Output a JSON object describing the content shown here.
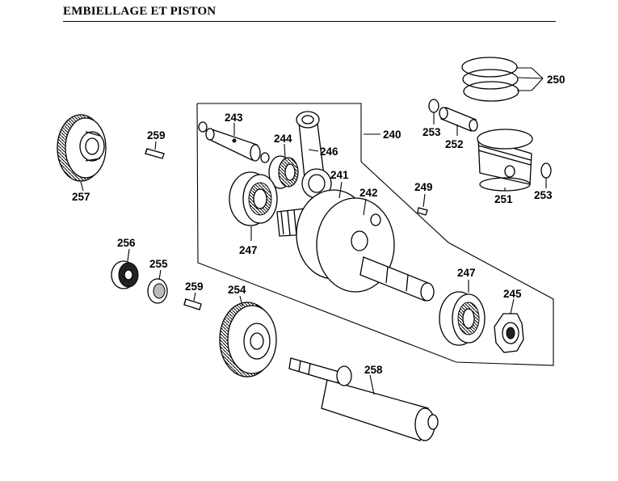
{
  "title": "EMBIELLAGE ET PISTON",
  "labels": {
    "p240": "240",
    "p241": "241",
    "p242": "242",
    "p243": "243",
    "p244": "244",
    "p245": "245",
    "p246": "246",
    "p247a": "247",
    "p247b": "247",
    "p249": "249",
    "p250": "250",
    "p251": "251",
    "p252": "252",
    "p253a": "253",
    "p253b": "253",
    "p254": "254",
    "p255": "255",
    "p256": "256",
    "p257": "257",
    "p258": "258",
    "p259a": "259",
    "p259b": "259"
  }
}
